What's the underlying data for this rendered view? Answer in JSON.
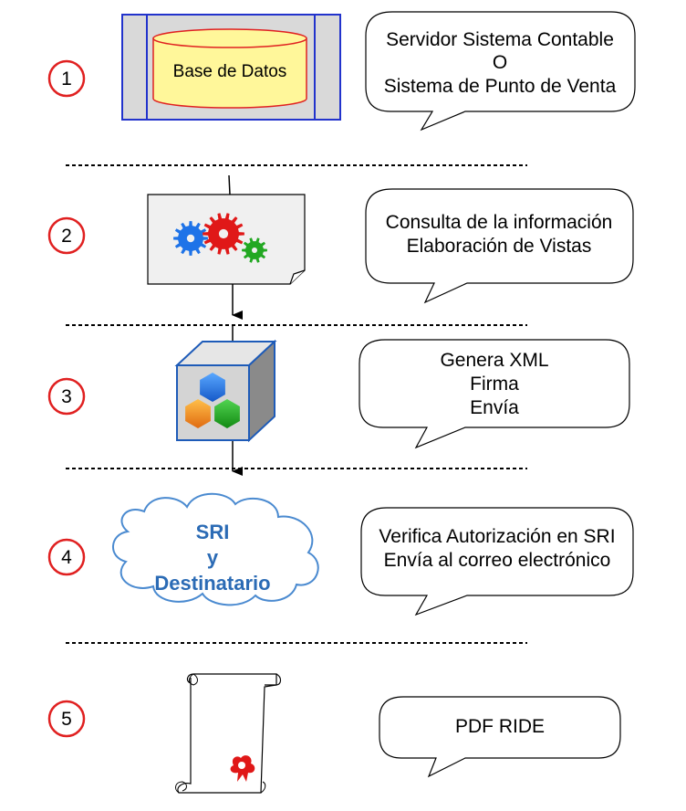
{
  "steps": [
    {
      "number": "1",
      "callout": [
        "Servidor Sistema Contable",
        "O",
        "Sistema de Punto de Venta"
      ],
      "icon": "database-icon",
      "icon_label": "Base de Datos"
    },
    {
      "number": "2",
      "callout": [
        "Consulta de la información",
        "Elaboración de Vistas"
      ],
      "icon": "gears-document-icon"
    },
    {
      "number": "3",
      "callout": [
        "Genera XML",
        "Firma",
        "Envía"
      ],
      "icon": "hexagon-cube-icon"
    },
    {
      "number": "4",
      "callout": [
        "Verifica Autorización en SRI",
        "Envía al correo electrónico"
      ],
      "icon": "cloud-icon",
      "icon_label": [
        "SRI",
        "y",
        "Destinatario"
      ]
    },
    {
      "number": "5",
      "callout": [
        "PDF RIDE"
      ],
      "icon": "scroll-document-icon"
    }
  ],
  "colors": {
    "step_circle": "#e02020",
    "database_fill": "#fff79a",
    "database_stroke": "#e02020",
    "database_frame": "#2233cc",
    "cloud_text": "#2b6bb5",
    "gear_blue": "#1e73e8",
    "gear_red": "#e01818",
    "gear_green": "#22a822",
    "hex_blue": "#1e73e8",
    "hex_orange": "#f08a1c",
    "hex_green": "#22a822"
  }
}
